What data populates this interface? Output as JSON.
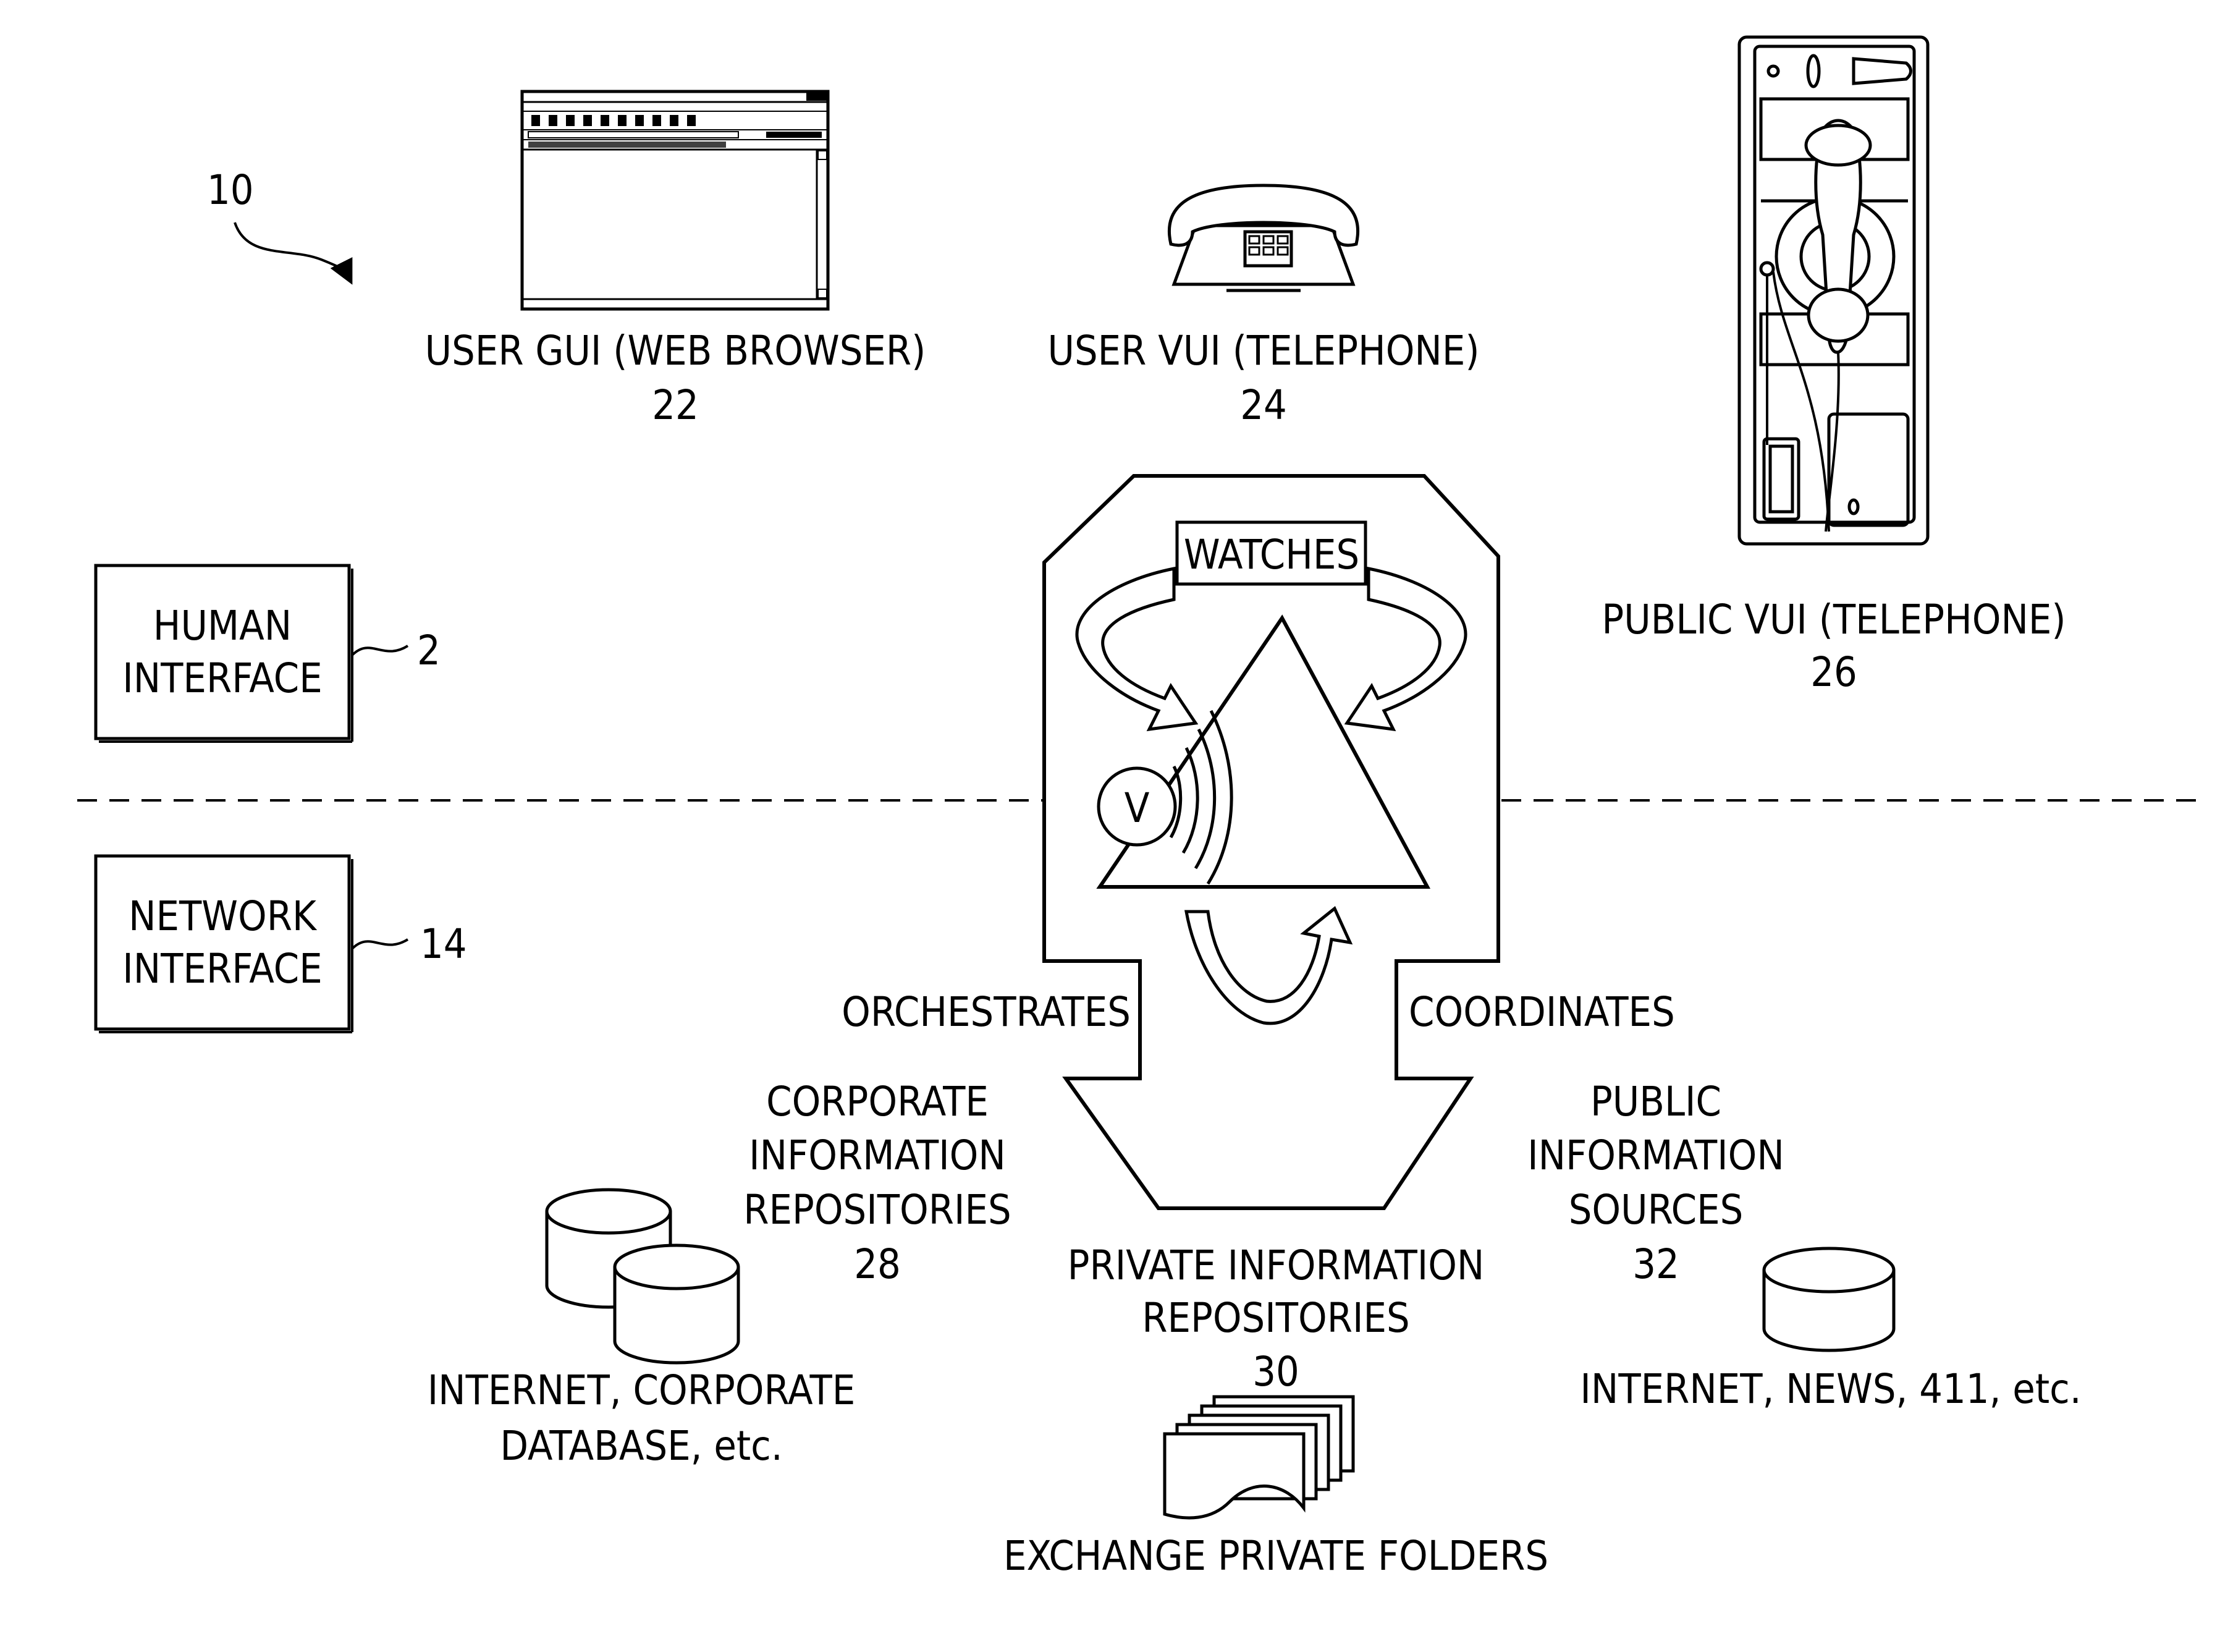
{
  "figure_ref": "10",
  "divider": {
    "upper_layer": {
      "name_line1": "HUMAN",
      "name_line2": "INTERFACE",
      "ref": "2"
    },
    "lower_layer": {
      "name_line1": "NETWORK",
      "name_line2": "INTERFACE",
      "ref": "14"
    }
  },
  "interfaces": {
    "user_gui": {
      "label": "USER GUI (WEB BROWSER)",
      "ref": "22"
    },
    "user_vui": {
      "label": "USER VUI (TELEPHONE)",
      "ref": "24"
    },
    "public_vui": {
      "label": "PUBLIC VUI (TELEPHONE)",
      "ref": "26"
    }
  },
  "agent": {
    "watches": "WATCHES",
    "orchestrates": "ORCHESTRATES",
    "coordinates": "COORDINATES",
    "logo_letter": "V"
  },
  "repositories": {
    "corporate": {
      "line1": "CORPORATE",
      "line2": "INFORMATION",
      "line3": "REPOSITORIES",
      "ref": "28",
      "sub_line1": "INTERNET, CORPORATE",
      "sub_line2": "DATABASE, etc."
    },
    "private": {
      "line1": "PRIVATE INFORMATION",
      "line2": "REPOSITORIES",
      "ref": "30",
      "sub": "EXCHANGE PRIVATE FOLDERS"
    },
    "public": {
      "line1": "PUBLIC",
      "line2": "INFORMATION",
      "line3": "SOURCES",
      "ref": "32",
      "sub": "INTERNET, NEWS, 411, etc."
    }
  }
}
